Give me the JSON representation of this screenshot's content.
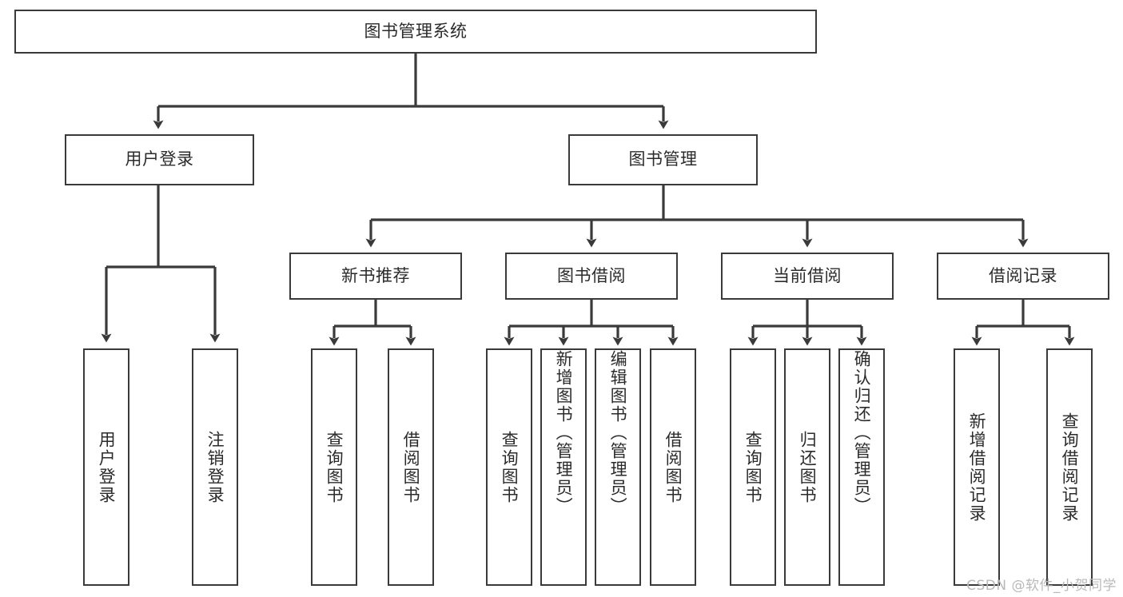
{
  "diagram": {
    "type": "tree-hierarchy-chart",
    "title": "图书管理系统",
    "colors": {
      "box_border": "#3a3a3a",
      "box_fill": "#ffffff",
      "line": "#3a3a3a",
      "text": "#2b2b2b",
      "watermark": "#b9b9b9",
      "background": "#ffffff"
    },
    "levels": {
      "root": {
        "label": "图书管理系统"
      },
      "level2": [
        {
          "label": "用户登录"
        },
        {
          "label": "图书管理"
        }
      ],
      "level3": [
        {
          "label": "新书推荐"
        },
        {
          "label": "图书借阅"
        },
        {
          "label": "当前借阅"
        },
        {
          "label": "借阅记录"
        }
      ],
      "leaves": [
        {
          "label": "用户登录",
          "parent": "用户登录"
        },
        {
          "label": "注销登录",
          "parent": "用户登录"
        },
        {
          "label": "查询图书",
          "parent": "新书推荐"
        },
        {
          "label": "借阅图书",
          "parent": "新书推荐"
        },
        {
          "label": "查询图书",
          "parent": "图书借阅"
        },
        {
          "label": "新增图书（管理员）",
          "parent": "图书借阅"
        },
        {
          "label": "编辑图书（管理员）",
          "parent": "图书借阅"
        },
        {
          "label": "借阅图书",
          "parent": "图书借阅"
        },
        {
          "label": "查询图书",
          "parent": "当前借阅"
        },
        {
          "label": "归还图书",
          "parent": "当前借阅"
        },
        {
          "label": "确认归还（管理员）",
          "parent": "当前借阅"
        },
        {
          "label": "新增借阅记录",
          "parent": "借阅记录"
        },
        {
          "label": "查询借阅记录",
          "parent": "借阅记录"
        }
      ]
    }
  },
  "watermark": {
    "text": "CSDN @软件_小贺同学"
  }
}
